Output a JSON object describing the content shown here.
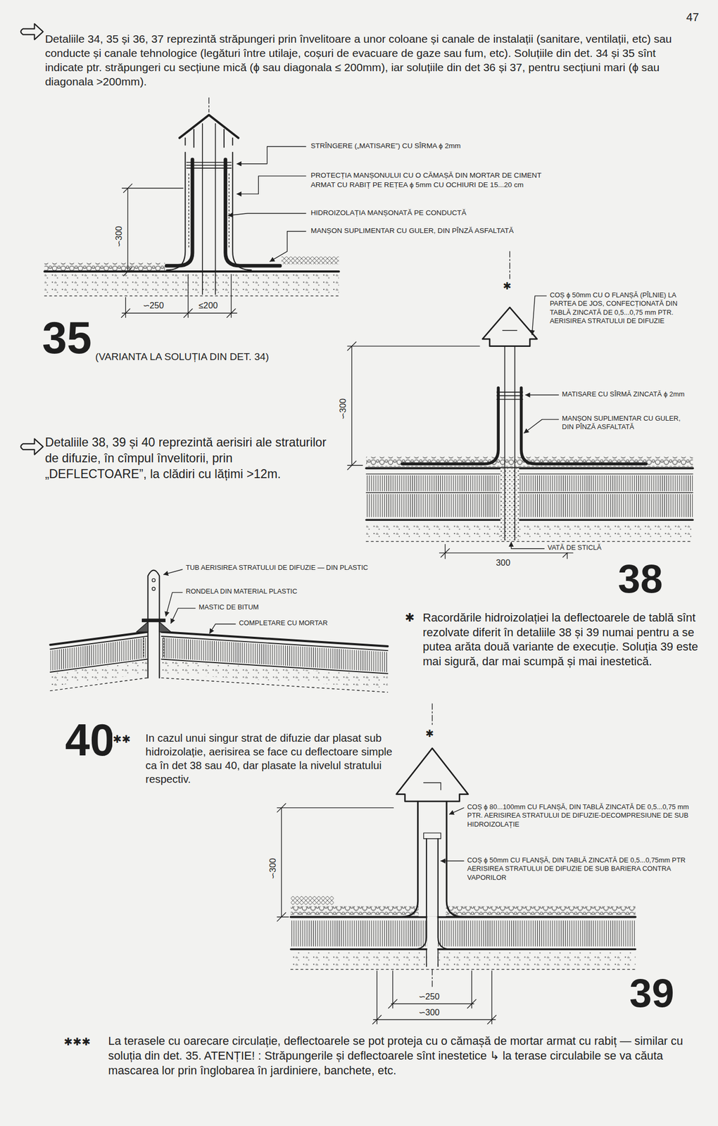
{
  "diagram": {
    "labels": [
      "47",
      "Detaliile 34, 35 și 36, 37 reprezintă străpungeri prin învelitoare a unor coloane și canale de instalații (sanitare, ventilații, etc) sau conducte și canale tehnologice (legături între utilaje, coșuri de evacuare de gaze sau fum, etc). Soluțiile din det. 34 și 35 sînt indicate ptr. străpungeri cu secțiune mică (ϕ sau diagonala ≤ 200mm), iar soluțiile din det 36 și 37, pentru secțiuni mari (ϕ sau diagonala >200mm).",
      "STRÎNGERE („MATISARE”) CU SÎRMA ϕ 2mm",
      "PROTECȚIA MANȘONULUI CU O CĂMAȘĂ DIN MORTAR DE CIMENT ARMAT CU RABIȚ PE REȚEA ϕ 5mm CU OCHIURI DE 15...20 cm",
      "HIDROIZOLAȚIA MANȘONATĂ PE CONDUCTĂ",
      "MANȘON SUPLIMENTAR CU GULER, DIN PÎNZĂ ASFALTATĂ",
      "∽300",
      "∽250",
      "≤200",
      "35",
      "(VARIANTA LA SOLUȚIA DIN DET. 34)",
      "✱",
      "COȘ ϕ 50mm CU O FLANȘĂ (PÎLNIE) LA PARTEA DE JOS, CONFECȚIONATĂ DIN TABLĂ ZINCATĂ DE 0,5...0,75 mm PTR. AERISIREA STRATULUI DE DIFUZIE",
      "Detaliile 38, 39 și 40 reprezintă aerisiri ale straturilor de difuzie, în cîmpul învelitorii, prin „DEFLECTOARE”, la clădiri cu lățimi >12m.",
      "∽300",
      "MATISARE CU SÎRMĂ ZINCATĂ ϕ 2mm",
      "MANȘON SUPLIMENTAR CU GULER, DIN PÎNZĂ ASFALTATĂ",
      "VATĂ DE STICLĂ",
      "300",
      "38",
      "TUB AERISIREA STRATULUI DE DIFUZIE — DIN PLASTIC",
      "RONDELA DIN MATERIAL PLASTIC",
      "MASTIC DE BITUM",
      "COMPLETARE CU MORTAR",
      "✱",
      "Racordările hidroizolației la deflectoarele de tablă sînt rezolvate diferit în detaliile 38 și 39 numai pentru a se putea arăta două variante de execuție. Soluția 39 este mai sigură, dar mai scumpă și mai inestetică.",
      "40",
      "✱✱",
      "In cazul unui singur strat de difuzie dar plasat sub hidroizolație, aerisirea se face cu deflectoare simple ca în det 38 sau 40, dar plasate la nivelul stratului respectiv.",
      "✱",
      "COȘ ϕ 80...100mm CU FLANȘĂ, DIN TABLĂ ZINCATĂ DE 0,5...0,75 mm PTR. AERISIREA STRATULUI DE DIFUZIE-DECOMPRESIUNE DE SUB HIDROIZOLAȚIE",
      "∽300",
      "COȘ ϕ 50mm CU FLANȘĂ, DIN TABLĂ ZINCATĂ DE 0,5...0,75mm PTR AERISIREA STRATULUI DE DIFUZIE DE SUB BARIERA CONTRA VAPORILOR",
      "∽250",
      "∽300",
      "39",
      "✱✱✱",
      "La terasele cu oarecare circulație, deflectoarele se pot proteja cu o cămașă de mortar armat cu rabiț — similar cu soluția din det. 35. ATENȚIE! : Străpungerile și deflectoarele sînt inestetice ↳ la terase circulabile se va căuta mascarea lor prin înglobarea în jardiniere, banchete, etc."
    ]
  }
}
